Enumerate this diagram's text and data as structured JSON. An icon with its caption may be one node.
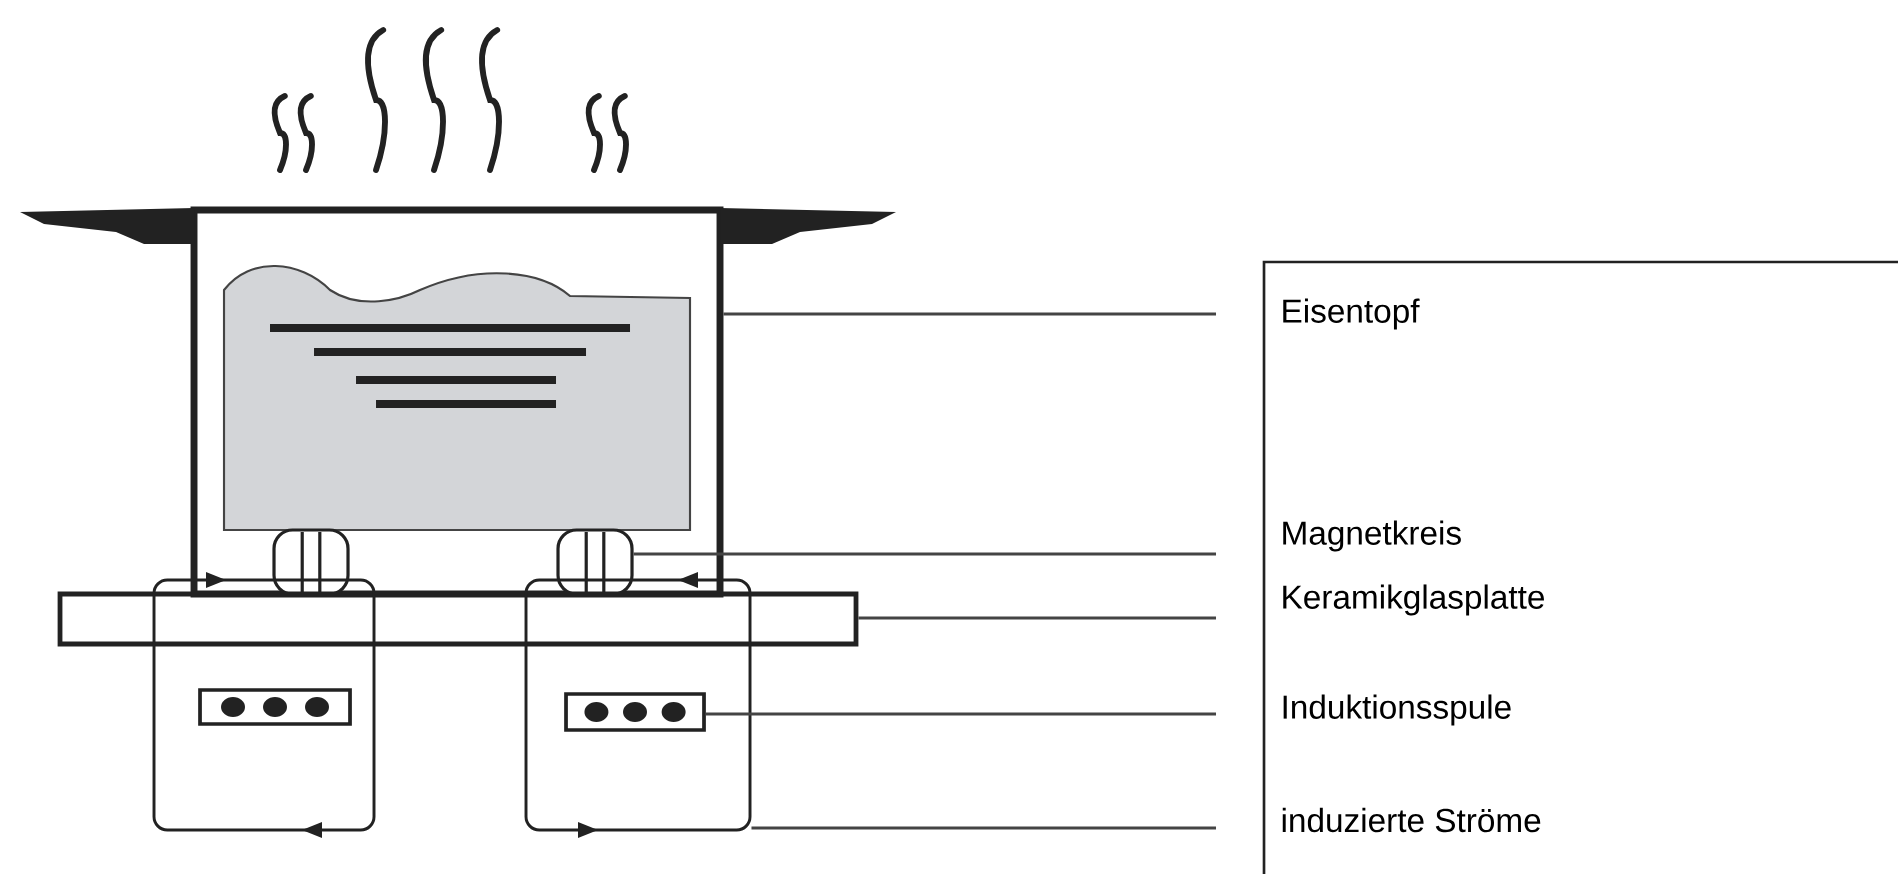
{
  "diagram": {
    "nodes": [
      {
        "text": [],
        "shape": "box"
      },
      {
        "text": [],
        "shape": "coil",
        "in": 0
      },
      {
        "text": [],
        "shape": "coil",
        "in": 0
      },
      {
        "text": [],
        "shape": "bar"
      },
      {
        "text": [],
        "shape": "loop"
      },
      {
        "text": [],
        "shape": "box",
        "in": 4
      },
      {
        "text": [],
        "shape": "loop"
      },
      {
        "text": [],
        "shape": "box",
        "in": 6
      },
      {
        "text": [],
        "shape": "box"
      },
      {
        "text": [
          "Eisentopf"
        ],
        "in": 8
      },
      {
        "text": [
          "Magnetkreis"
        ],
        "in": 8
      },
      {
        "text": [
          "Keramikglasplatte"
        ],
        "in": 8
      },
      {
        "text": [
          "Induktionsspule"
        ],
        "in": 8
      },
      {
        "text": [
          "induzierte Ströme"
        ],
        "in": 8
      }
    ],
    "edges": [
      {
        "from": 9,
        "to": 0,
        "arrow": "none"
      },
      {
        "from": 10,
        "to": 2,
        "arrow": "none"
      },
      {
        "from": 11,
        "to": 3,
        "arrow": "none"
      },
      {
        "from": 12,
        "to": 7,
        "arrow": "none"
      },
      {
        "from": 13,
        "to": 6,
        "arrow": "none"
      }
    ]
  }
}
